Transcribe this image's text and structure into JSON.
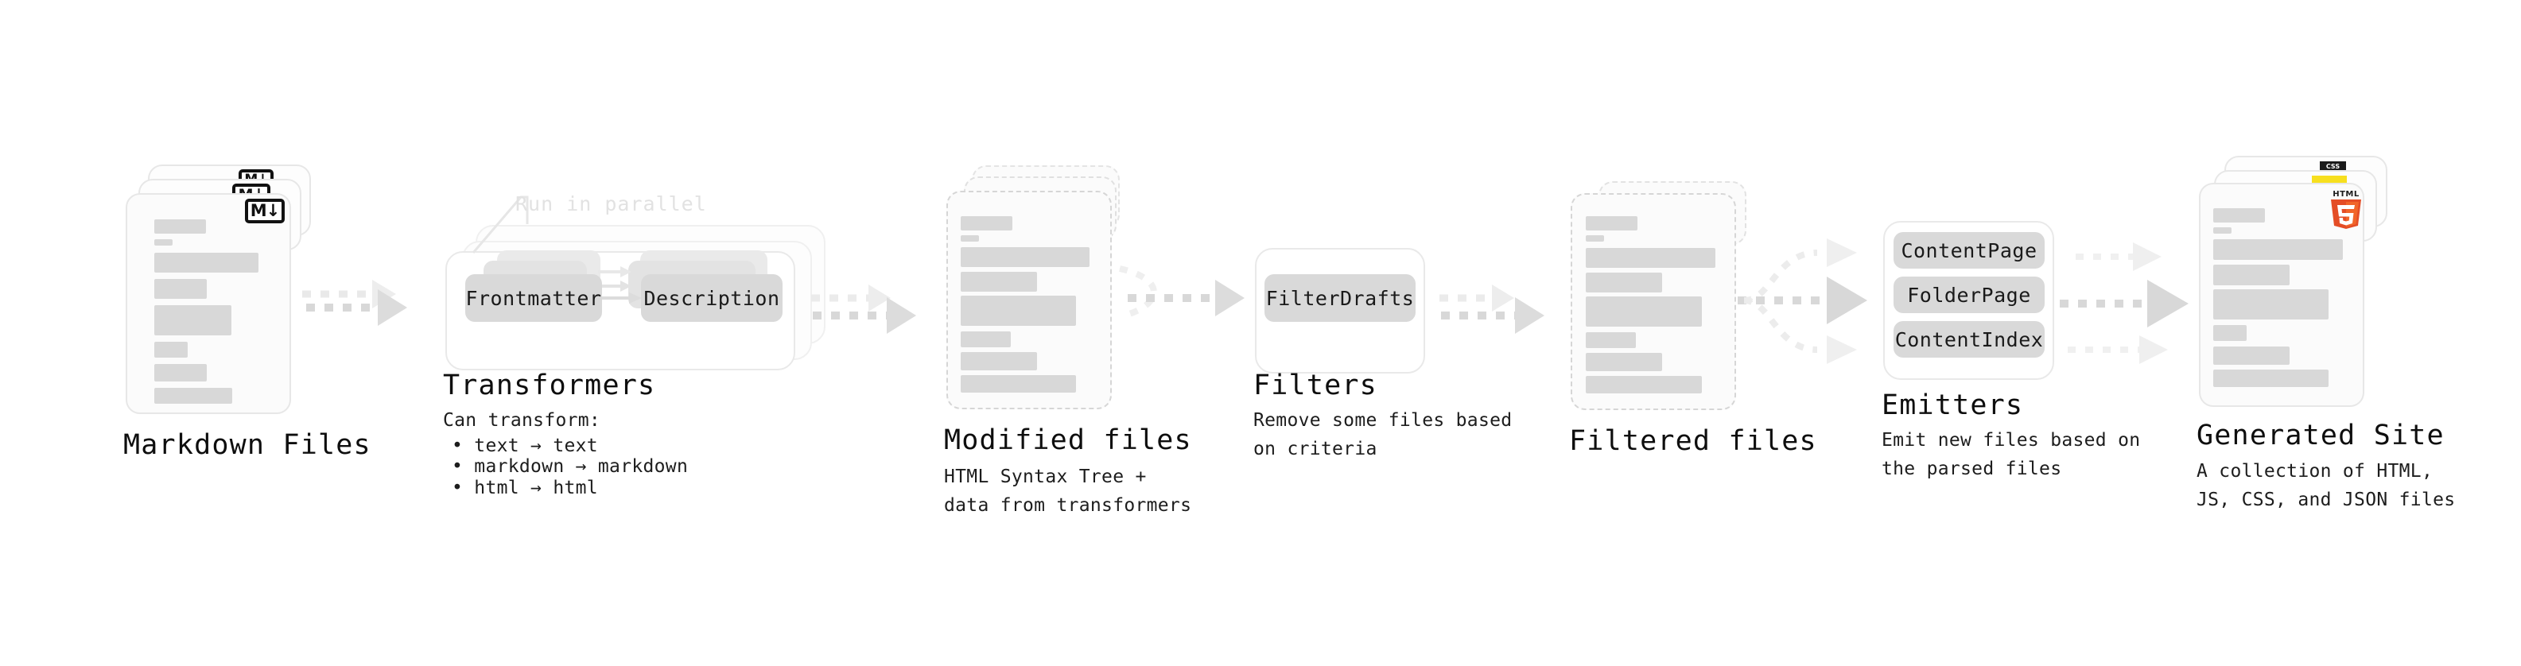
{
  "diagram": {
    "title_semantic": "quartz-build-pipeline",
    "colors": {
      "card_fill": "#fbfbfb",
      "card_border": "#e7e7e7",
      "bar_gray": "#d8d8d8",
      "pill_gray": "#d9d9d9",
      "arrow_gray": "#d6d6d6",
      "arrow_faded": "#eeeeee",
      "text_dark": "#0e0e0e",
      "faint_text": "#e2e2e2",
      "html5_orange": "#e44d26",
      "html5_orange_light": "#f16529",
      "js_yellow": "#f7df1e",
      "css_blue": "#264de4"
    }
  },
  "stages": [
    {
      "key": "markdown_files",
      "title": "Markdown Files",
      "description": "",
      "badge": "markdown-badge",
      "badge_text": "M↓"
    },
    {
      "key": "transformers",
      "title": "Transformers",
      "description": "Can transform:",
      "annotation": "Run in parallel",
      "nodes": [
        "Frontmatter",
        "Description"
      ],
      "bullets": [
        "• text → text",
        "• markdown → markdown",
        "• html → html"
      ]
    },
    {
      "key": "modified_files",
      "title": "Modified files",
      "description": "HTML Syntax Tree +\ndata from transformers"
    },
    {
      "key": "filters",
      "title": "Filters",
      "description": "Remove some files based\non criteria",
      "nodes": [
        "FilterDrafts"
      ]
    },
    {
      "key": "filtered_files",
      "title": "Filtered files",
      "description": ""
    },
    {
      "key": "emitters",
      "title": "Emitters",
      "description": "Emit new files based on\nthe parsed files",
      "nodes": [
        "ContentPage",
        "FolderPage",
        "ContentIndex"
      ]
    },
    {
      "key": "generated_site",
      "title": "Generated Site",
      "description": "A collection of HTML,\nJS, CSS, and JSON files",
      "badges": [
        "html5-badge",
        "js-badge",
        "css-badge"
      ],
      "badge_texts": {
        "html5_top": "HTML",
        "html5_num": "5",
        "css": "CSS"
      }
    }
  ],
  "connectors": [
    {
      "from": "markdown_files",
      "to": "transformers",
      "style": "dotted-arrow"
    },
    {
      "from": "transformers",
      "to": "modified_files",
      "style": "dotted-arrow"
    },
    {
      "from": "modified_files",
      "to": "filters",
      "style": "dotted-arrow"
    },
    {
      "from": "filters",
      "to": "filtered_files",
      "style": "dotted-arrow"
    },
    {
      "from": "filtered_files",
      "to": "emitters",
      "style": "dotted-fan-out-3"
    },
    {
      "from": "emitters",
      "to": "generated_site",
      "style": "dotted-fan-3"
    }
  ]
}
